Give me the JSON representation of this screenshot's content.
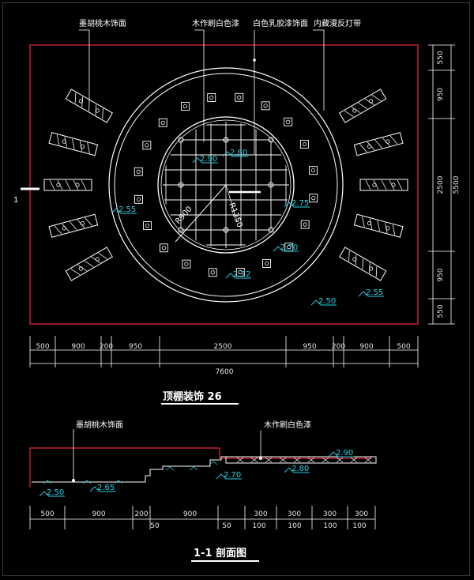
{
  "plan": {
    "labels": [
      "墨胡桃木饰面",
      "木作刷白色漆",
      "白色乳胶漆饰面",
      "内藏漫反灯带"
    ],
    "levels": [
      "2.90",
      "2.80",
      "2.75",
      "2.55",
      "2.70",
      "2.72",
      "2.50",
      "2.55"
    ],
    "section_mark": "1",
    "dims_bottom": [
      "500",
      "900",
      "200",
      "950",
      "2500",
      "950",
      "200",
      "900",
      "500"
    ],
    "total_width": "7600",
    "dims_right": [
      "550",
      "950",
      "2500",
      "950",
      "550"
    ],
    "total_height": "5500",
    "title": "顶棚装饰 26"
  },
  "section": {
    "labels": [
      "墨胡桃木饰面",
      "木作刷白色漆"
    ],
    "levels": [
      "2.50",
      "2.65",
      "2.70",
      "2.80",
      "2.90"
    ],
    "dims_top": [
      "500",
      "900",
      "200",
      "900",
      "300",
      "300",
      "300",
      "300"
    ],
    "dims_bottom": [
      "50",
      "50",
      "100",
      "100",
      "100",
      "100"
    ],
    "title": "1-1 剖面图"
  },
  "colors": {
    "line": "#ffffff",
    "outline": "#e2233a",
    "level": "#22d3e6",
    "background": "#000000"
  }
}
